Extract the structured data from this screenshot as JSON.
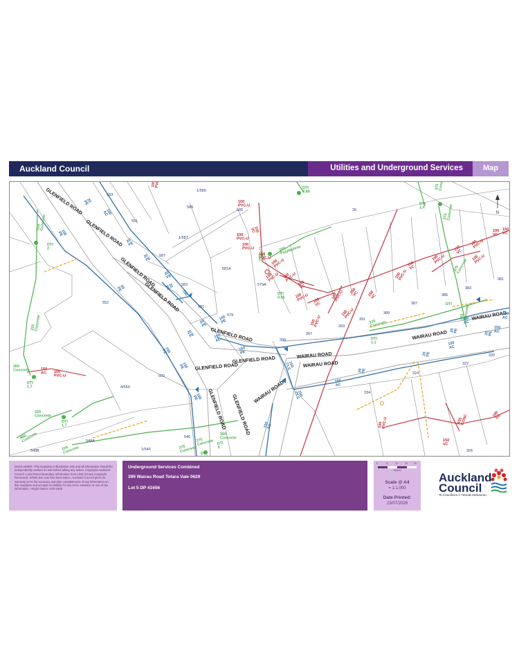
{
  "header": {
    "title": "Auckland Council",
    "subtitle": "Utilities and Underground Services",
    "map_label": "Map"
  },
  "north_arrow": {
    "label": "N"
  },
  "map": {
    "colors": {
      "water": "#2f6fa8",
      "wastewater": "#c0222f",
      "stormwater": "#4caf50",
      "gas": "#e8a020",
      "parcel": "#8a8a8a"
    },
    "road_labels": [
      "GLENFIELD ROAD",
      "GLENFIELD ROAD",
      "GLENFIELD ROAD",
      "GLENFIELD ROAD",
      "GLENFIELD ROAD",
      "GLENFIELD ROAD",
      "GLENFIELD ROAD",
      "GLENFIELD ROAD",
      "GLENFIELD ROAD",
      "WAIRAU ROAD",
      "WAIRAU ROAD",
      "WAIRAU ROAD",
      "WAIRAU ROAD",
      "WAIRAU ROAD"
    ],
    "parcel_labels": [
      "593",
      "1/589",
      "585",
      "26",
      "589",
      "591",
      "1/587",
      "587",
      "583",
      "581A",
      "579A",
      "581",
      "579",
      "552",
      "399",
      "397",
      "393",
      "391",
      "389",
      "387",
      "385",
      "383",
      "381",
      "550",
      "4/550",
      "334",
      "324",
      "322",
      "320",
      "546",
      "548A",
      "548B",
      "1/546",
      "326"
    ],
    "water_labels": [
      "150 PE",
      "20 PE",
      "150 AC",
      "20 PE",
      "20 PE",
      "20 PE",
      "150",
      "20 PE",
      "20 PE",
      "150 PE",
      "20 PE",
      "25 PE",
      "150 PE",
      "150 AC",
      "150 PE",
      "150 PE",
      "150 PE",
      "150 CLS",
      "150 CLS",
      "150 AC",
      "150 AC",
      "100 AC",
      "20 PE",
      "150 AC",
      "20 PE",
      "20 PE",
      "20 PE",
      "150 AC",
      "150 AC"
    ],
    "wastewater_labels": [
      "100 PVC-U",
      "100 PVC-U",
      "150 VC",
      "100 PVC-U",
      "100 PVC-U",
      "100 PVC-U",
      "100 PVC-U",
      "150 VC",
      "150 VC",
      "100 PVC-U",
      "100 PVC-U",
      "100 PVC-U",
      "100 PVC-U",
      "150 VC",
      "100 PVC-U",
      "100 PVC-U",
      "150 VC",
      "150 VC",
      "150 AC",
      "100 PVC-U",
      "100 PVC-U",
      "150 VC",
      "100 PVC-U",
      "100 VC",
      "150 VC",
      "100 PVC-U",
      "100 PVC-U",
      "150 VC",
      "635 CONC",
      "100 VC",
      "100 PVC-U"
    ],
    "stormwater_labels": [
      "DTI 0.89",
      "DTI 1.4",
      "375 Concrete",
      "375 Concrete",
      "225 Concrete",
      "DTI 2",
      "225 Concrete",
      "200 Polythylene",
      "DTI 2.4",
      "DTI 0.85",
      "375 Concrete",
      "300 Concrete",
      "DTI 1.7",
      "225 Concrete",
      "DTI 1.7",
      "450 Concrete",
      "225 Concrete",
      "375 Concrete",
      "375 Concrete",
      "300 Concrete",
      "DTI 0",
      "DTI 0.89",
      "375 Concrete",
      "DTI 1.1",
      "225 Concrete",
      "DTI"
    ]
  },
  "footer": {
    "disclaimer": "DISCLAIMER: This map/plan is illustrative only and all information should be independently verified on site before taking any action. Copyright Auckland Council. Land Parcel Boundary information from LINZ (Crown Copyright Reserved). Whilst due care has been taken, Auckland Council gives no warranty as to the accuracy and plan completeness of any information on this map/plan and accepts no liability for any error, omission or use of the information. Height datum: AVD-1946",
    "service_type": "Underground Services Combined",
    "address": "399 Wairau Road Totara Vale 0629",
    "legal": "Lot 5 DP 41656",
    "scale_ticks": [
      "0",
      "5",
      "10",
      "15",
      "20"
    ],
    "scale_unit": "Metres",
    "scale_label": "Scale @ A4",
    "scale_value": "= 1:1,000",
    "date_label": "Date Printed:",
    "date_value": "23/07/2026",
    "logo_line1": "Auckland",
    "logo_line2": "Council",
    "logo_tagline": "Te Kaunihera o Tāmaki Makaurau"
  }
}
